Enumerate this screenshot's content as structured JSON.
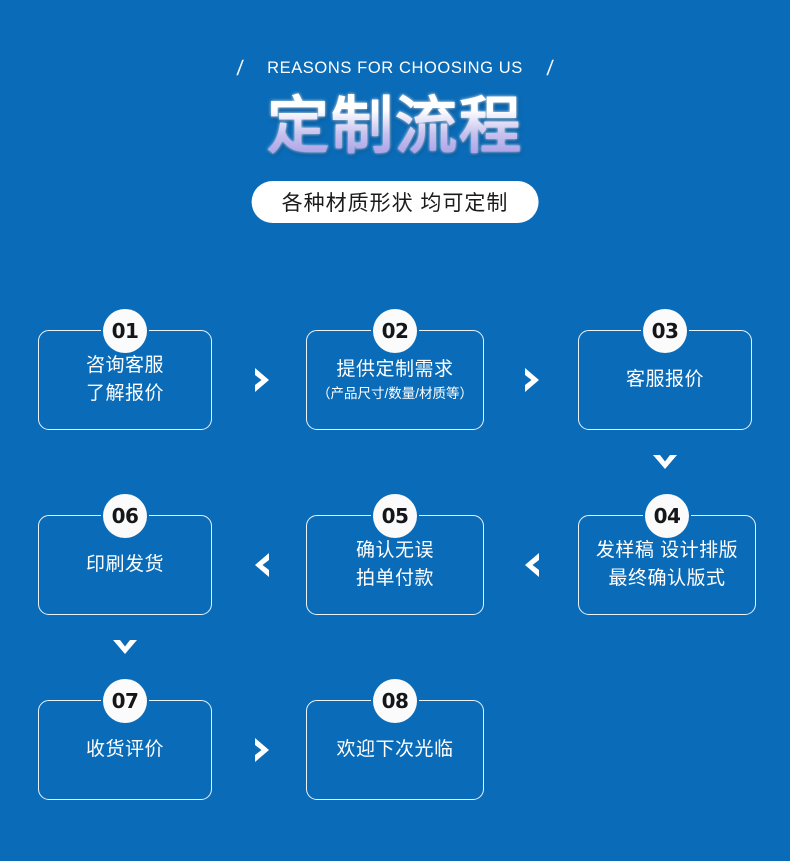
{
  "page": {
    "background_color": "#0a6cb8",
    "accent_white": "#ffffff",
    "title_gradient_from": "#ffffff",
    "title_gradient_to": "#a79cea",
    "badge_text_color": "#15161a"
  },
  "header": {
    "eyebrow": "REASONS FOR CHOOSING US",
    "slash_left": "/",
    "slash_right": "/",
    "title": "定制流程",
    "pill_text": "各种材质形状 均可定制"
  },
  "flow": {
    "steps": [
      {
        "number": "01",
        "lines": [
          "咨询客服",
          "了解报价"
        ],
        "sub": ""
      },
      {
        "number": "02",
        "lines": [
          "提供定制需求"
        ],
        "sub": "（产品尺寸/数量/材质等）"
      },
      {
        "number": "03",
        "lines": [
          "客服报价"
        ],
        "sub": ""
      },
      {
        "number": "04",
        "lines": [
          "发样稿 设计排版",
          "最终确认版式"
        ],
        "sub": ""
      },
      {
        "number": "05",
        "lines": [
          "确认无误",
          "拍单付款"
        ],
        "sub": ""
      },
      {
        "number": "06",
        "lines": [
          "印刷发货"
        ],
        "sub": ""
      },
      {
        "number": "07",
        "lines": [
          "收货评价"
        ],
        "sub": ""
      },
      {
        "number": "08",
        "lines": [
          "欢迎下次光临"
        ],
        "sub": ""
      }
    ],
    "connectors": [
      {
        "from": "01",
        "to": "02",
        "icon": "chevron-right-icon",
        "direction": "right"
      },
      {
        "from": "02",
        "to": "03",
        "icon": "chevron-right-icon",
        "direction": "right"
      },
      {
        "from": "03",
        "to": "04",
        "icon": "chevron-down-icon",
        "direction": "down"
      },
      {
        "from": "04",
        "to": "05",
        "icon": "chevron-left-icon",
        "direction": "left"
      },
      {
        "from": "05",
        "to": "06",
        "icon": "chevron-left-icon",
        "direction": "left"
      },
      {
        "from": "06",
        "to": "07",
        "icon": "chevron-down-icon",
        "direction": "down"
      },
      {
        "from": "07",
        "to": "08",
        "icon": "chevron-right-icon",
        "direction": "right"
      }
    ]
  }
}
